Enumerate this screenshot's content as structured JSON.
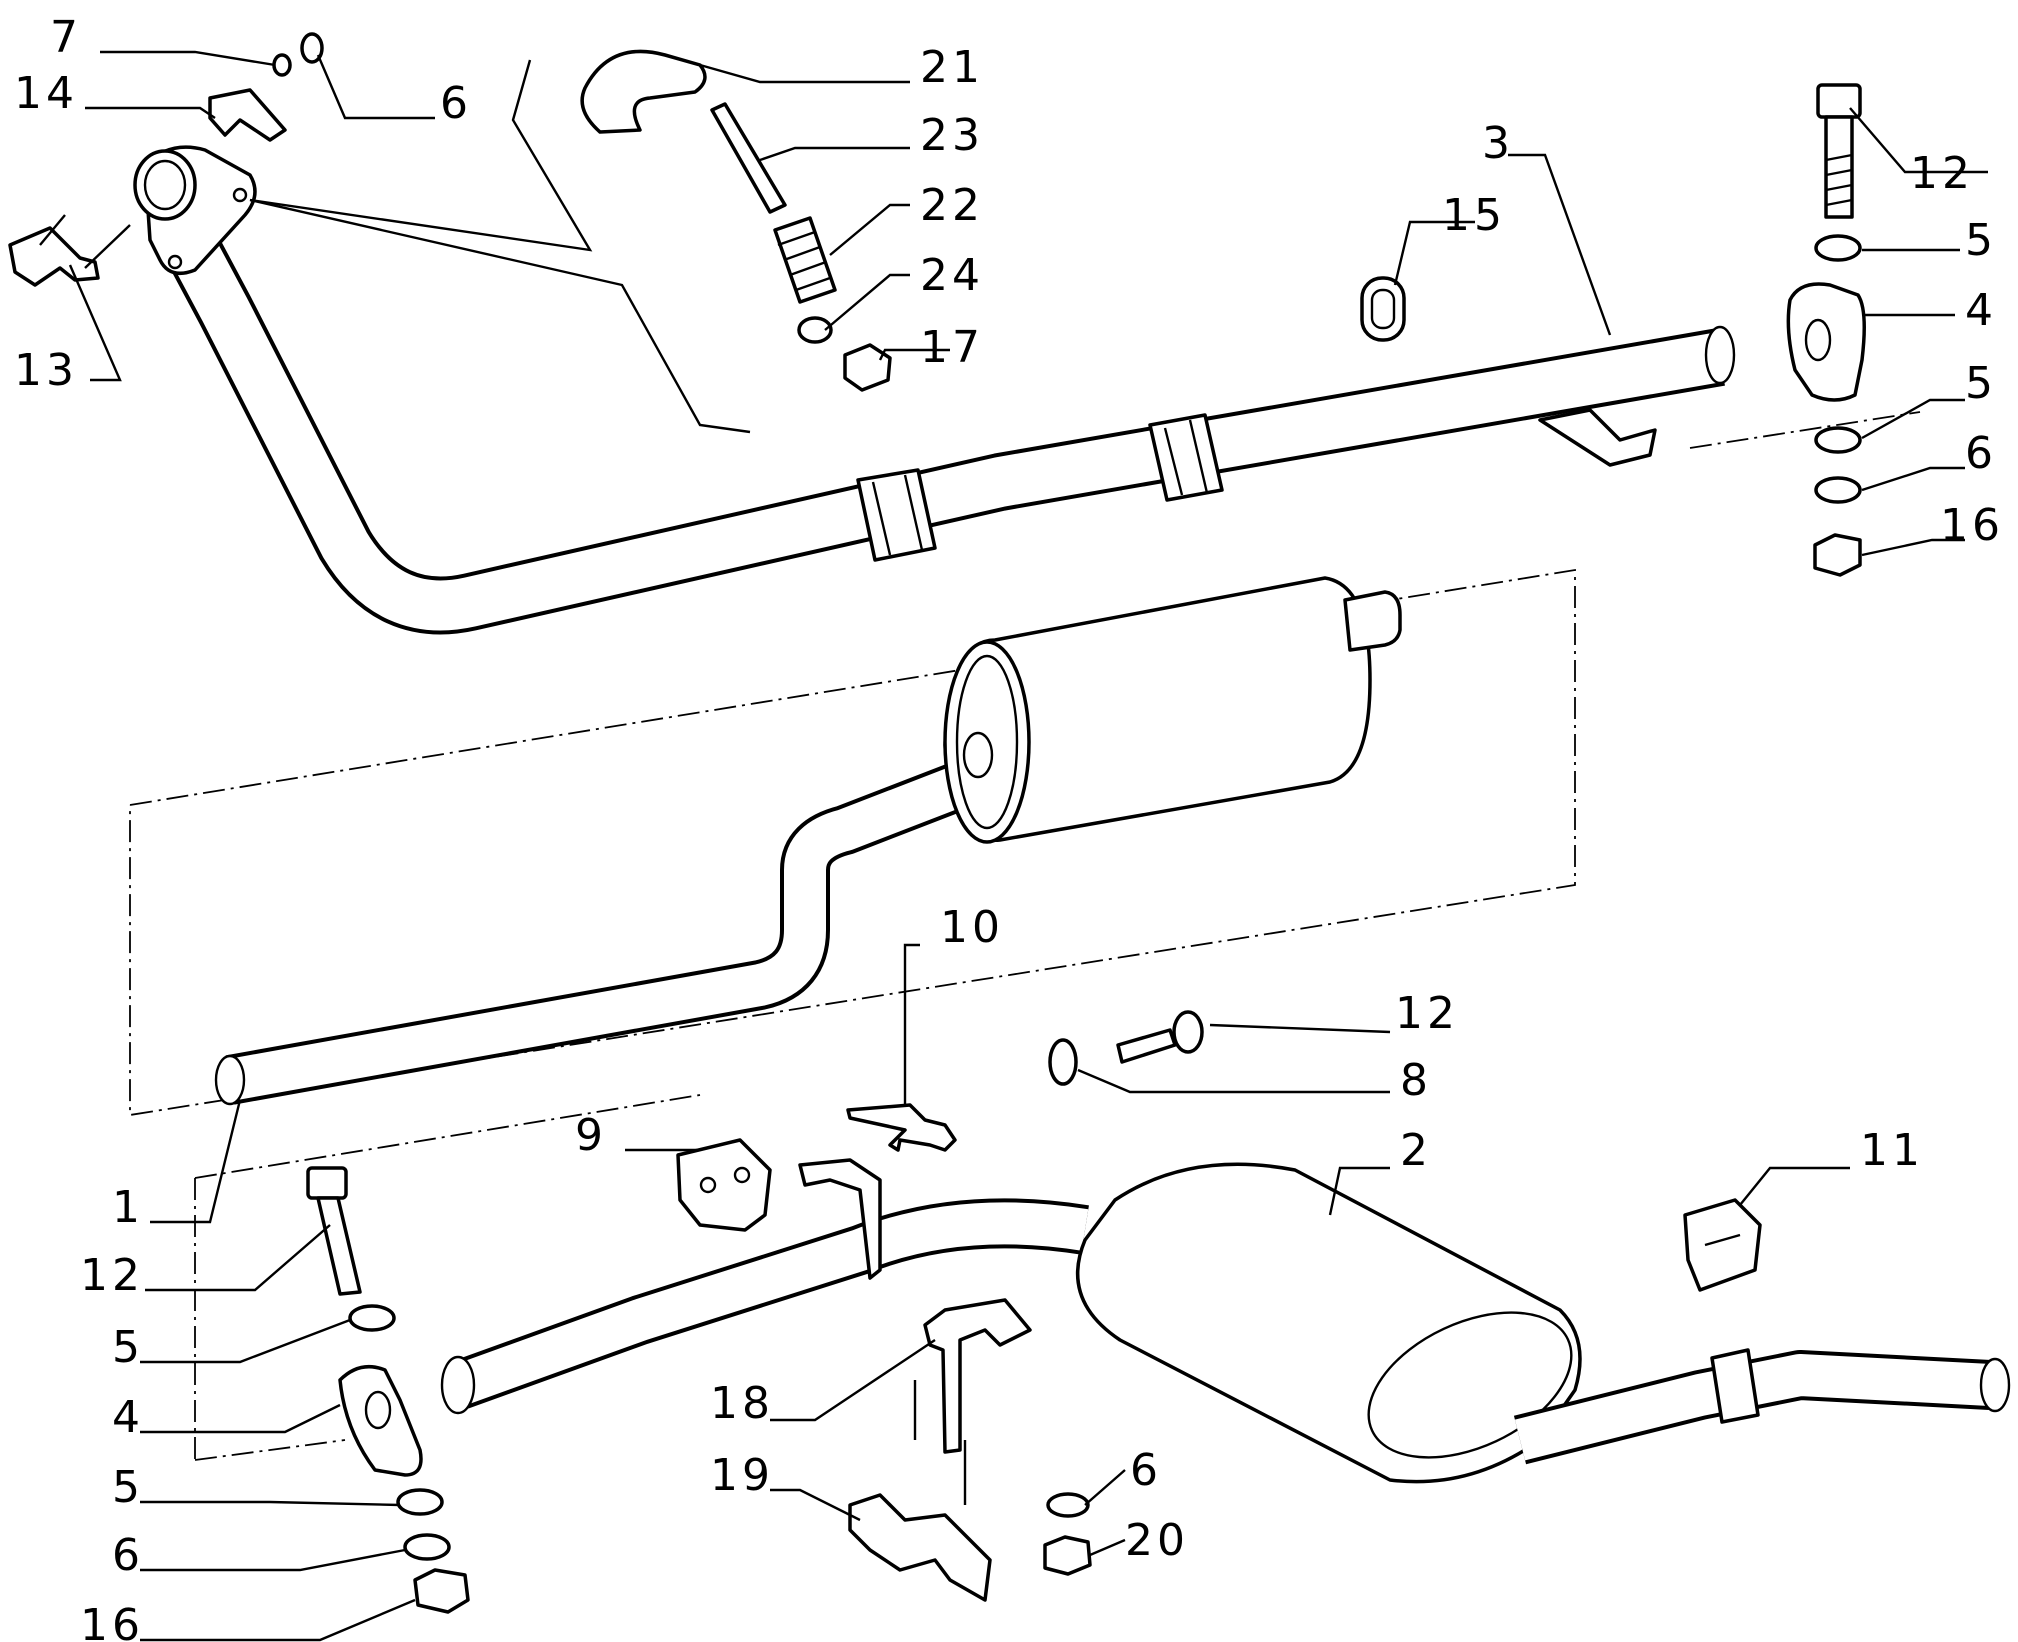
{
  "callouts": [
    {
      "id": "c7",
      "text": "7"
    },
    {
      "id": "c14",
      "text": "14"
    },
    {
      "id": "c6a",
      "text": "6"
    },
    {
      "id": "c13",
      "text": "13"
    },
    {
      "id": "c21",
      "text": "21"
    },
    {
      "id": "c23",
      "text": "23"
    },
    {
      "id": "c22",
      "text": "22"
    },
    {
      "id": "c24",
      "text": "24"
    },
    {
      "id": "c17",
      "text": "17"
    },
    {
      "id": "c15",
      "text": "15"
    },
    {
      "id": "c3",
      "text": "3"
    },
    {
      "id": "c12a",
      "text": "12"
    },
    {
      "id": "c5a",
      "text": "5"
    },
    {
      "id": "c4a",
      "text": "4"
    },
    {
      "id": "c5b",
      "text": "5"
    },
    {
      "id": "c6b",
      "text": "6"
    },
    {
      "id": "c16a",
      "text": "16"
    },
    {
      "id": "c10",
      "text": "10"
    },
    {
      "id": "c12b",
      "text": "12"
    },
    {
      "id": "c8",
      "text": "8"
    },
    {
      "id": "c9",
      "text": "9"
    },
    {
      "id": "c2",
      "text": "2"
    },
    {
      "id": "c11",
      "text": "11"
    },
    {
      "id": "c1",
      "text": "1"
    },
    {
      "id": "c12c",
      "text": "12"
    },
    {
      "id": "c5c",
      "text": "5"
    },
    {
      "id": "c4b",
      "text": "4"
    },
    {
      "id": "c5d",
      "text": "5"
    },
    {
      "id": "c6c",
      "text": "6"
    },
    {
      "id": "c16b",
      "text": "16"
    },
    {
      "id": "c18",
      "text": "18"
    },
    {
      "id": "c19",
      "text": "19"
    },
    {
      "id": "c6d",
      "text": "6"
    },
    {
      "id": "c20",
      "text": "20"
    }
  ]
}
